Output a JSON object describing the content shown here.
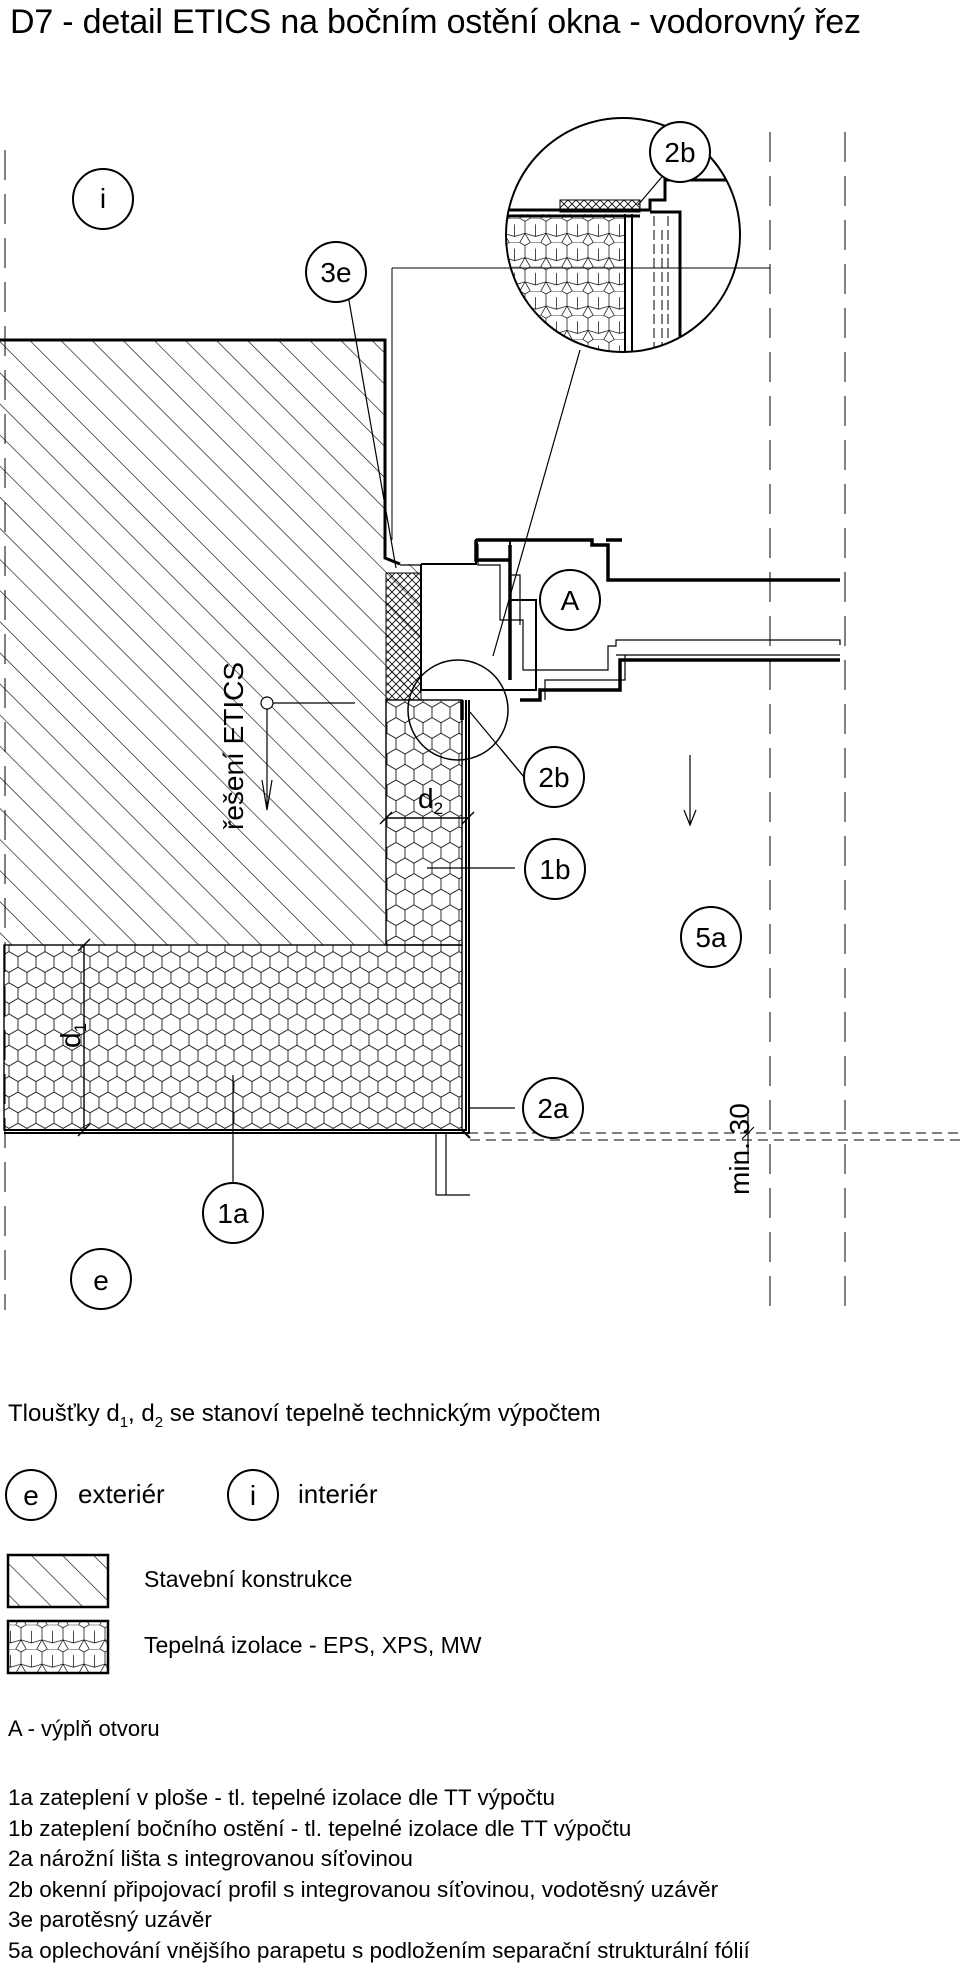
{
  "title": "D7 - detail ETICS na bočním ostění okna - vodorovný řez",
  "drawing_labels": {
    "interior_symbol": "i",
    "exterior_symbol": "e",
    "label_3e": "3e",
    "label_2b_detail": "2b",
    "label_A": "A",
    "label_2b": "2b",
    "label_1b": "1b",
    "label_5a": "5a",
    "label_2a": "2a",
    "label_1a": "1a",
    "d1": "d",
    "d1_sub": "1",
    "d2": "d",
    "d2_sub": "2",
    "etics_section": "řešení ETICS",
    "min_dim": "min. 30"
  },
  "note": {
    "prefix": "Tloušťky d",
    "sub1": "1",
    "mid": ", d",
    "sub2": "2",
    "suffix": " se stanoví tepelně technickým výpočtem"
  },
  "legend": {
    "exterior_symbol": "e",
    "exterior_label": "exteriér",
    "interior_symbol": "i",
    "interior_label": "interiér",
    "construction_label": "Stavební konstrukce",
    "insulation_label": "Tepelná izolace - EPS, XPS, MW"
  },
  "item_a": "A - výplň otvoru",
  "items": [
    "1a zateplení v ploše - tl. tepelné izolace dle TT výpočtu",
    "1b zateplení bočního ostění - tl.  tepelné izolace dle TT výpočtu",
    "2a nárožní lišta s integrovanou síťovinou",
    "2b okenní připojovací profil s integrovanou síťovinou, vodotěsný uzávěr",
    "3e parotěsný uzávěr",
    "5a oplechování vnějšího parapetu s podložením separační strukturální fólií"
  ]
}
